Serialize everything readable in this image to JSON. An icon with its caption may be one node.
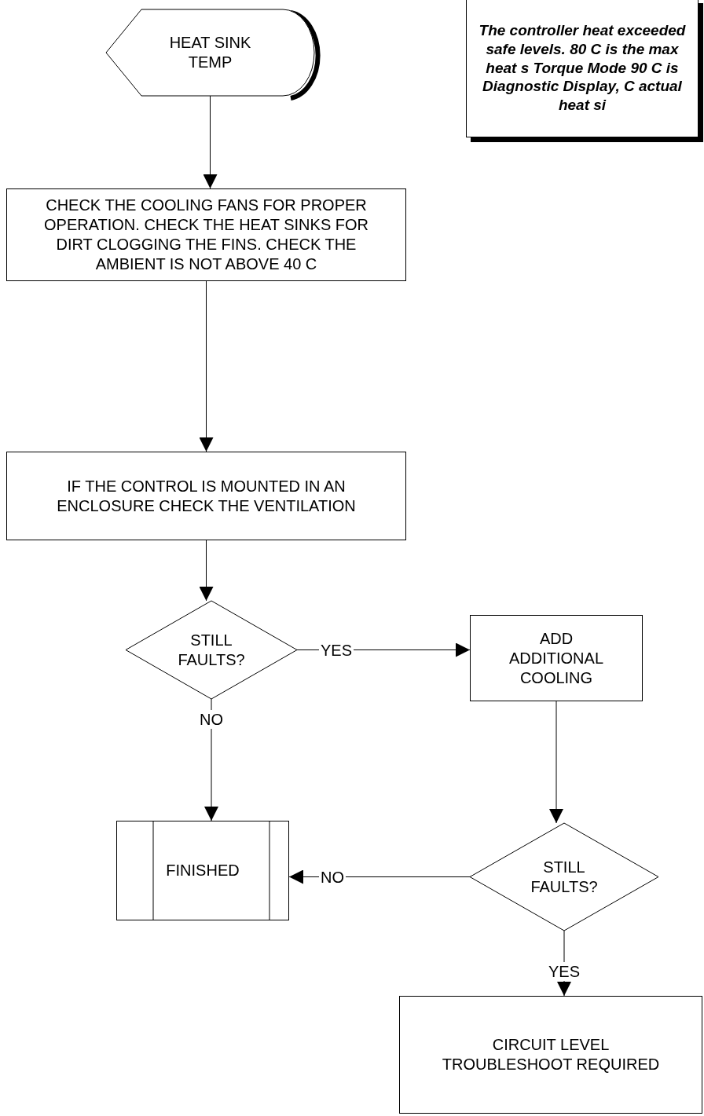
{
  "diagram": {
    "nodes": [
      {
        "text": [
          "HEAT SINK TEMP"
        ]
      },
      {
        "text": [
          "The controller heat exceeded safe levels. 80 C is the max heat s Torque Mode 90 C is Diagnostic Display, C actual heat si"
        ]
      },
      {
        "text": [
          "CHECK THE COOLING FANS FOR PROPER OPERATION.  CHECK THE HEAT SINKS FOR DIRT CLOGGING THE FINS.   CHECK THE AMBIENT IS NOT ABOVE 40 C"
        ]
      },
      {
        "text": [
          "IF THE CONTROL IS MOUNTED IN AN ENCLOSURE CHECK THE VENTILATION"
        ]
      },
      {
        "text": [
          "STILL FAULTS?"
        ]
      },
      {
        "text": [
          "ADD ADDITIONAL COOLING"
        ]
      },
      {
        "text": [
          "FINISHED"
        ]
      },
      {
        "text": [
          "STILL FAULTS?"
        ]
      },
      {
        "text": [
          "CIRCUIT LEVEL TROUBLESHOOT REQUIRED"
        ]
      }
    ],
    "edges": [
      {
        "from": 0,
        "to": 2,
        "arrow": "to"
      },
      {
        "from": 2,
        "to": 3,
        "arrow": "to"
      },
      {
        "from": 3,
        "to": 4,
        "arrow": "to"
      },
      {
        "from": 4,
        "to": 5,
        "arrow": "to",
        "label": "YES"
      },
      {
        "from": 4,
        "to": 6,
        "arrow": "to",
        "label": "NO"
      },
      {
        "from": 5,
        "to": 7,
        "arrow": "to"
      },
      {
        "from": 7,
        "to": 6,
        "arrow": "to",
        "label": "NO"
      },
      {
        "from": 7,
        "to": 8,
        "arrow": "to",
        "label": "YES"
      }
    ]
  }
}
